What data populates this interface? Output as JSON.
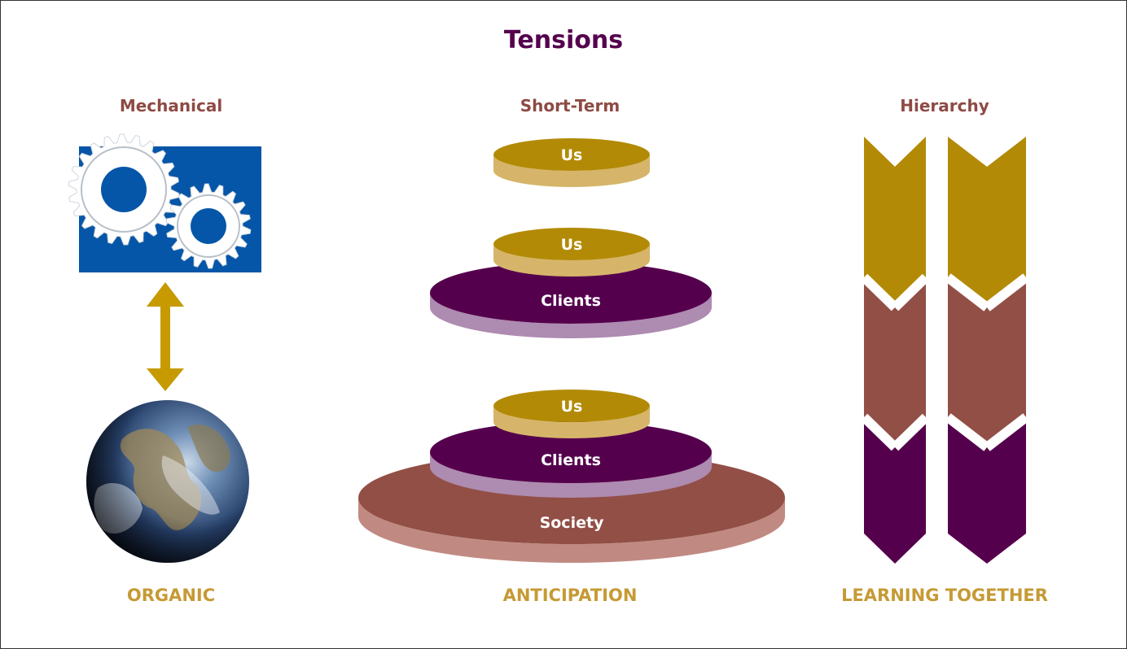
{
  "title": "Tensions",
  "columns": [
    {
      "heading": "Mechanical",
      "footer": "ORGANIC"
    },
    {
      "heading": "Short-Term",
      "footer": "ANTICIPATION"
    },
    {
      "heading": "Hierarchy",
      "footer": "LEARNING TOGETHER"
    }
  ],
  "stacks": {
    "top": {
      "us": "Us"
    },
    "middle": {
      "us": "Us",
      "clients": "Clients"
    },
    "bottom": {
      "us": "Us",
      "clients": "Clients",
      "society": "Society"
    }
  },
  "colors": {
    "title": "#55004d",
    "heading": "#8e4a44",
    "footer": "#c69a34",
    "gold": "#b38a06",
    "purple": "#55004d",
    "brown": "#924f46",
    "gear_panel": "#0556a8"
  },
  "icons": [
    "gears-icon",
    "double-arrow-icon",
    "globe-icon",
    "chevron-icon"
  ]
}
